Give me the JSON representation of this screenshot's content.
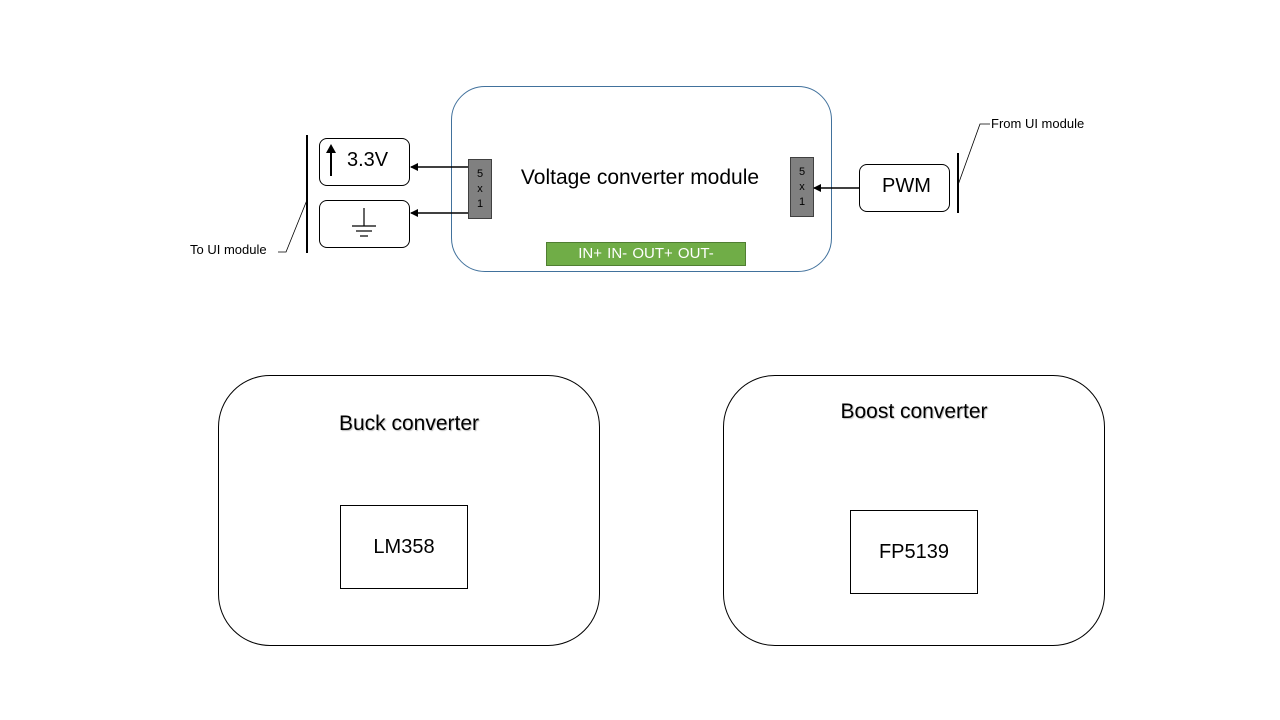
{
  "voltage_module": {
    "title": "Voltage converter module",
    "left_header": [
      "5",
      "x",
      "1"
    ],
    "right_header": [
      "5",
      "x",
      "1"
    ],
    "terminals": "IN+  IN-  OUT+ OUT-"
  },
  "outputs": {
    "voltage_label": "3.3V",
    "ground_symbol": "ground-icon"
  },
  "input": {
    "pwm_label": "PWM"
  },
  "annotations": {
    "to_ui": "To UI module",
    "from_ui": "From  UI module"
  },
  "buck": {
    "title": "Buck converter",
    "chip": "LM358"
  },
  "boost": {
    "title": "Boost converter",
    "chip": "FP5139"
  },
  "colors": {
    "module_border": "#41719c",
    "terminal_fill": "#70ad47",
    "header_fill": "#808080"
  }
}
